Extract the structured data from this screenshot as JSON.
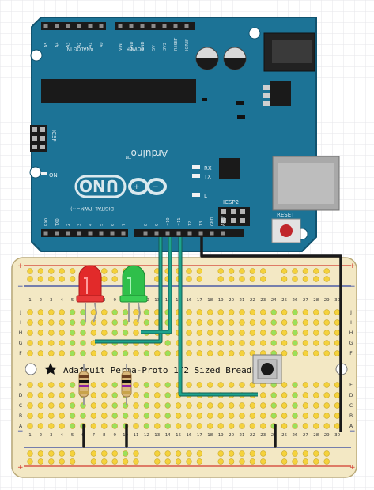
{
  "arduino": {
    "analog_pins": [
      "A5",
      "A4",
      "A3",
      "A2",
      "A1",
      "A0"
    ],
    "analog_label": "ANALOG IN",
    "power_pins": [
      "VIN",
      "GND",
      "GND",
      "5V",
      "3V3",
      "RESET",
      "IOREF"
    ],
    "power_label": "POWER",
    "digital_pins": [
      "RX0",
      "TX0",
      "2",
      "3",
      "4",
      "5",
      "6",
      "7",
      "8",
      "9",
      "~10",
      "~11",
      "12",
      "13",
      "GND",
      "AREF"
    ],
    "digital_label": "DIGITAL (PWM=~)",
    "brand": "Arduino",
    "tm": "TM",
    "model": "UNO",
    "icsp_label": "ICSP",
    "icsp2_label": "ICSP2",
    "on_label": "ON",
    "rx_label": "RX",
    "tx_label": "TX",
    "l_label": "L",
    "reset_label": "RESET",
    "colors": {
      "board": "#1c7396",
      "board_dark": "#11536f",
      "silk": "#dbe9ee"
    }
  },
  "breadboard": {
    "label": "Adafruit Perma-Proto 1/2 Sized Breadboard",
    "column_numbers": [
      "1",
      "2",
      "3",
      "4",
      "5",
      "6",
      "7",
      "8",
      "9",
      "10",
      "11",
      "12",
      "13",
      "14",
      "15",
      "16",
      "17",
      "18",
      "19",
      "20",
      "21",
      "22",
      "23",
      "24",
      "25",
      "26",
      "27",
      "28",
      "29",
      "30"
    ],
    "rows_top": [
      "J",
      "I",
      "H",
      "G",
      "F"
    ],
    "rows_bottom": [
      "E",
      "D",
      "C",
      "B",
      "A"
    ],
    "colors": {
      "board": "#f3e8c4",
      "pad": "#f5d23c",
      "pad_active": "#9be05a",
      "rail_red": "#d23a2e",
      "rail_blue": "#2a3f9e"
    }
  },
  "components": {
    "led_red_color": "#e22a2a",
    "led_green_color": "#2fbf4a",
    "wire_color": "#1da38d",
    "gnd_wire_color": "#1a1a1a"
  }
}
